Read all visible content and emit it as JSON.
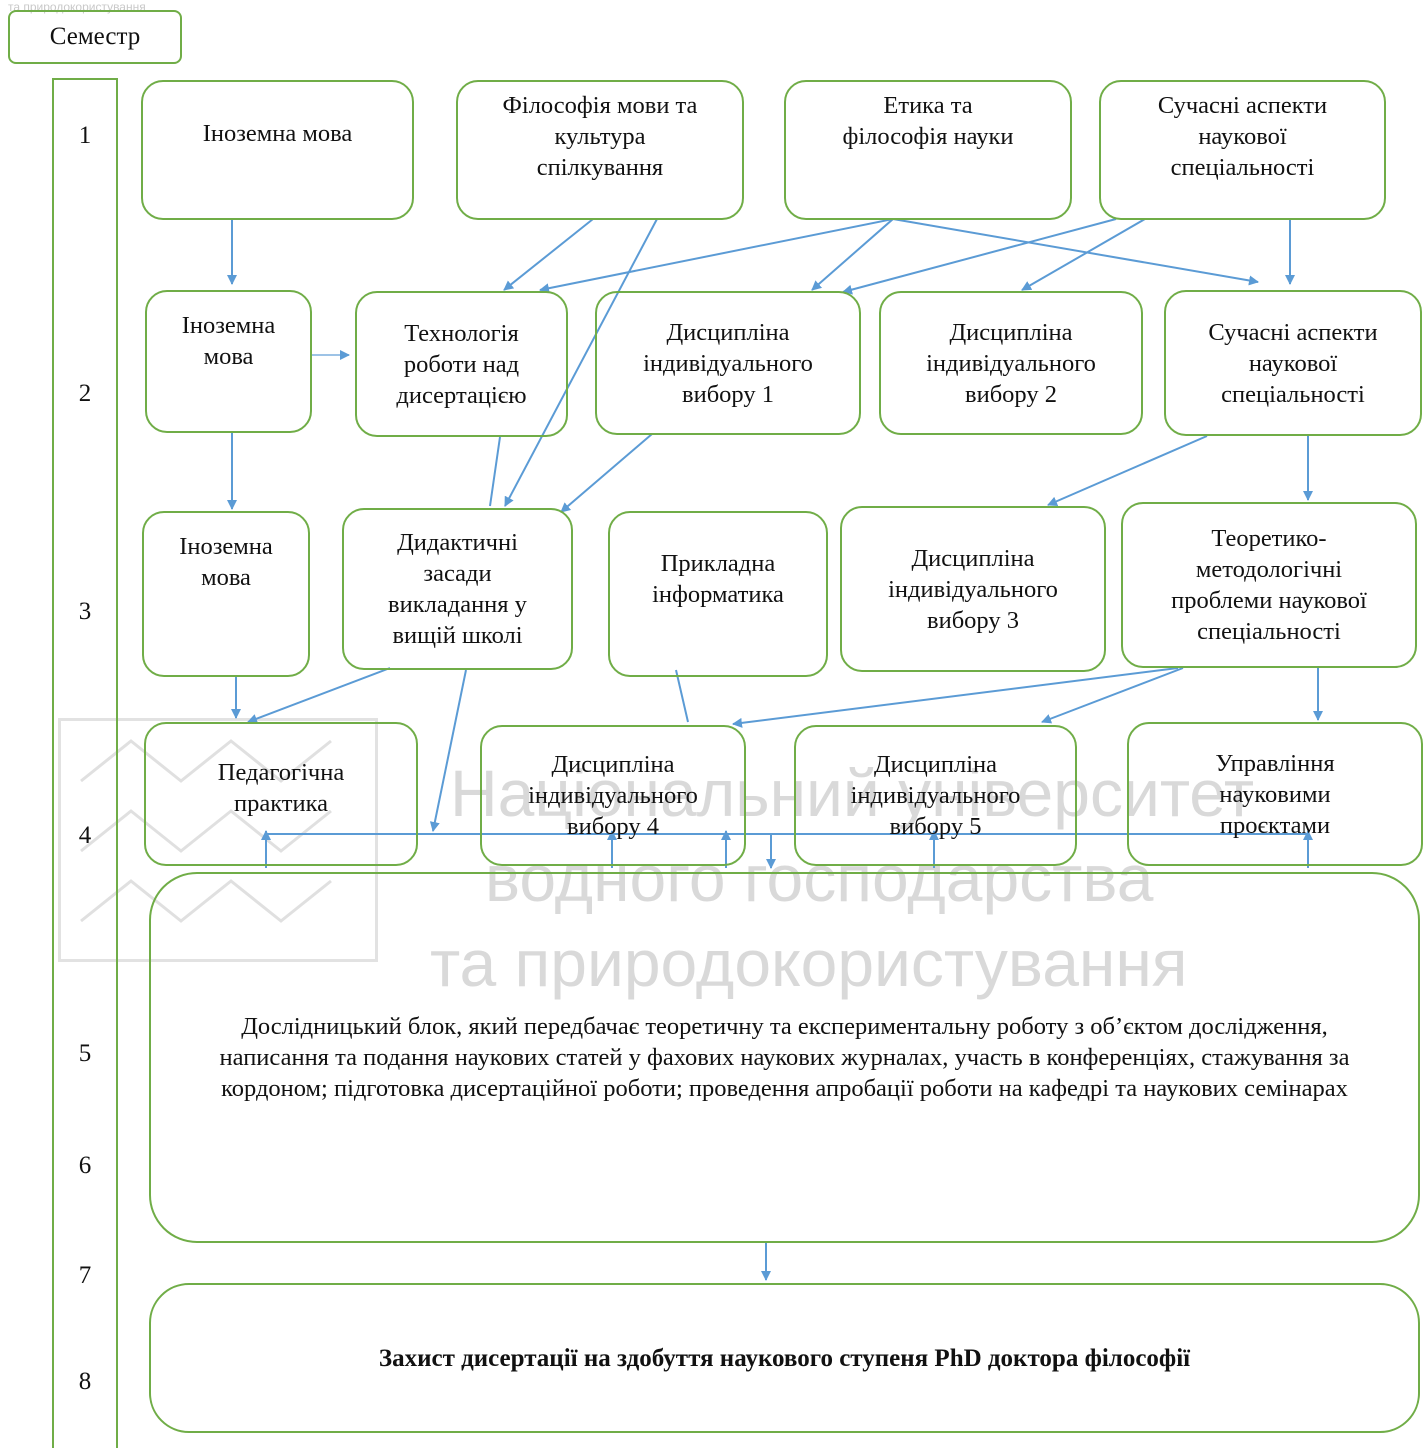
{
  "watermark": {
    "top_text": "та природокористування",
    "line1": "Національний університет",
    "line2": "водного господарства",
    "line3": "та природокористування"
  },
  "semester_header": "Семестр",
  "semesters": [
    "1",
    "2",
    "3",
    "4",
    "5",
    "6",
    "7",
    "8"
  ],
  "nodes": {
    "s1_lang": "Іноземна мова",
    "s1_philosophy_lang": "Філософія мови та\nкультура\nспілкування",
    "s1_ethics": "Етика та\nфілософія науки",
    "s1_modern_aspects": "Сучасні аспекти\nнаукової\nспеціальності",
    "s2_lang": "Іноземна\nмова",
    "s2_thesis_tech": "Технологія\nроботи над\nдисертацією",
    "s2_elective1": "Дисципліна\nіндивідуального\nвибору 1",
    "s2_elective2": "Дисципліна\nіндивідуального\nвибору 2",
    "s2_modern_aspects": "Сучасні аспекти\nнаукової\nспеціальності",
    "s3_lang": "Іноземна\nмова",
    "s3_didactic": "Дидактичні\nзасади\nвикладання у\nвищій школі",
    "s3_applied_it": "Прикладна\nінформатика",
    "s3_elective3": "Дисципліна\nіндивідуального\nвибору 3",
    "s3_theoretical": "Теоретико-\nметодологічні\nпроблеми наукової\nспеціальності",
    "s4_ped_practice": "Педагогічна\nпрактика",
    "s4_elective4": "Дисципліна\nіндивідуального\nвибору 4",
    "s4_elective5": "Дисципліна\nіндивідуального\nвибору 5",
    "s4_project_mgmt": "Управління\nнауковими\nпроєктами",
    "research_block": "Дослідницький блок, який передбачає теоретичну та експериментальну роботу з об’єктом дослідження, написання та подання наукових статей у фахових наукових журналах, участь в конференціях, стажування за кордоном; підготовка дисертаційної роботи; проведення апробації роботи на кафедрі та наукових семінарах",
    "defense": "Захист дисертації на здобуття наукового ступеня PhD доктора філософії"
  },
  "colors": {
    "box_border": "#70ad47",
    "arrow": "#5b9bd5",
    "watermark": "#d9d9d9"
  }
}
